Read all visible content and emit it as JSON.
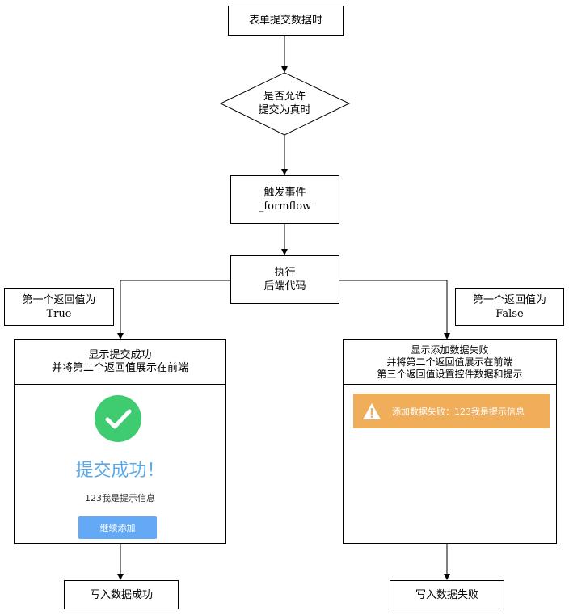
{
  "nodes": {
    "start": "表单提交数据时",
    "decision": [
      "是否允许",
      "提交为真时"
    ],
    "event": [
      "触发事件",
      "_formflow"
    ],
    "execute": [
      "执行",
      "后端代码"
    ],
    "left_note": [
      "第一个返回值为",
      "True"
    ],
    "right_note": [
      "第一个返回值为",
      "False"
    ],
    "end_success": "写入数据成功",
    "end_fail": "写入数据失败"
  },
  "success_panel": {
    "header": [
      "显示提交成功",
      "并将第二个返回值展示在前端"
    ],
    "icon": "checkmark-icon",
    "title": "提交成功！",
    "message": "123我是提示信息",
    "button": "继续添加",
    "colors": {
      "icon": "#3fcb6f",
      "title": "#5aa9e6",
      "button": "#63a9f5"
    }
  },
  "fail_panel": {
    "header": [
      "显示添加数据失败",
      "并将第二个返回值展示在前端",
      "第三个返回值设置控件数据和提示"
    ],
    "icon": "warning-icon",
    "alert": "添加数据失败：123我是提示信息",
    "colors": {
      "alert": "#f0ad5a"
    }
  }
}
